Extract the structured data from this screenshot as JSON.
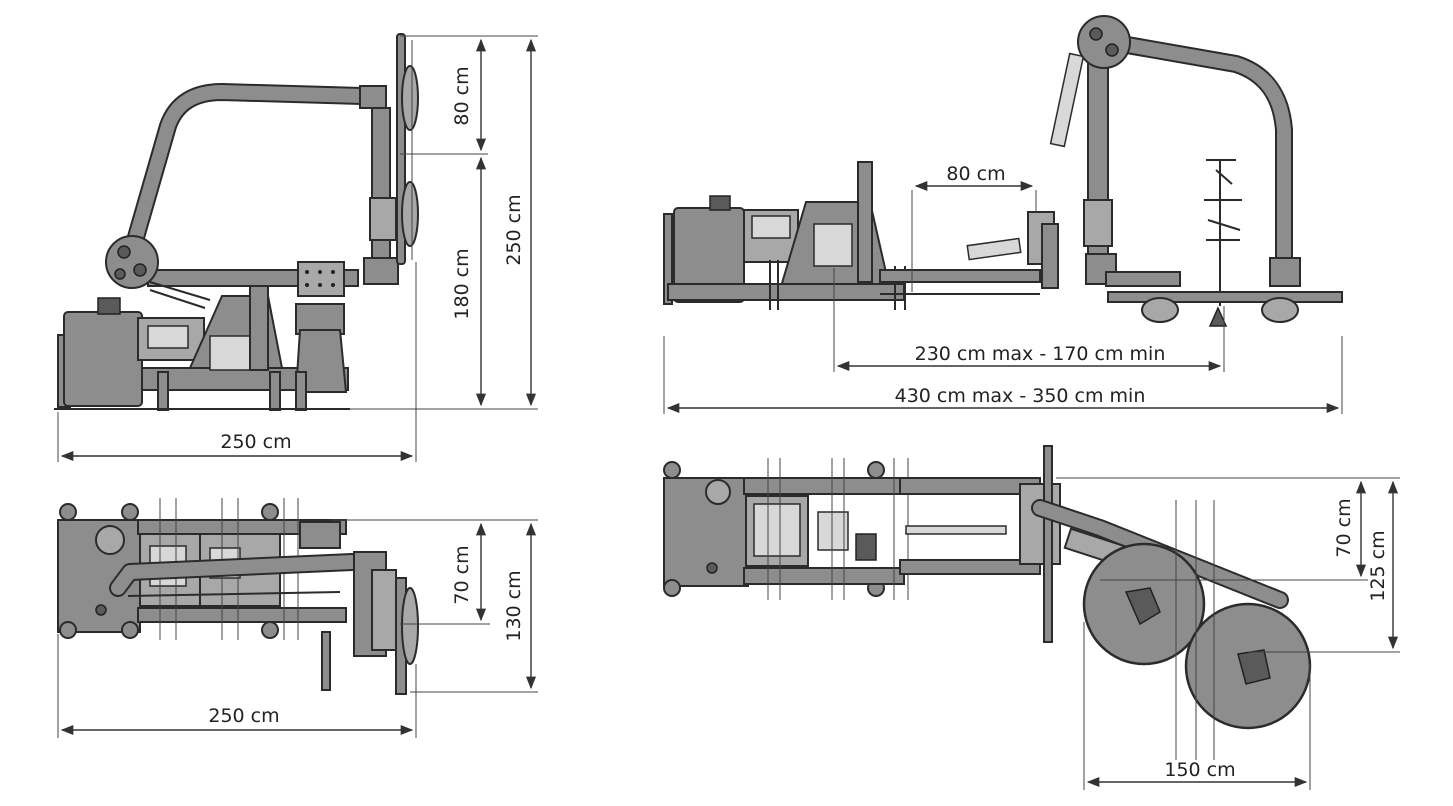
{
  "dimensions": {
    "side_view": {
      "height_top": "80 cm",
      "height_lower": "180 cm",
      "height_total": "250 cm",
      "width": "250 cm"
    },
    "top_view": {
      "offset": "70 cm",
      "depth": "130 cm",
      "width": "250 cm"
    },
    "extended_side_view": {
      "arm_gap": "80 cm",
      "reach": "230 cm max - 170 cm min",
      "total_length": "430 cm max - 350 cm min"
    },
    "extended_top_view": {
      "offset": "70 cm",
      "depth": "125 cm",
      "width": "150 cm"
    }
  },
  "colors": {
    "machine_fill": "#8d8d8d",
    "outline": "#2b2b2b",
    "background": "#ffffff"
  }
}
